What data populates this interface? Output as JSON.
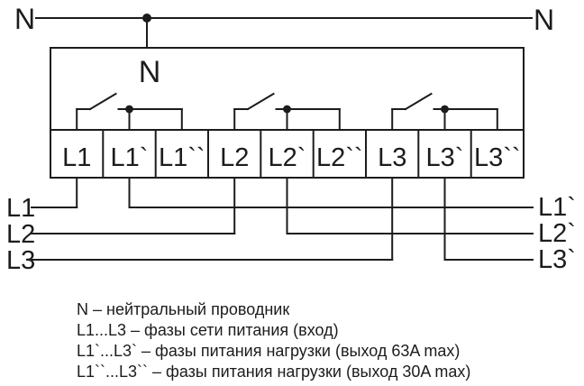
{
  "colors": {
    "line": "#1c1c1c",
    "background": "#ffffff"
  },
  "diagram": {
    "neutral": {
      "left": "N",
      "right": "N",
      "device": "N"
    },
    "terminals": [
      "L1",
      "L1`",
      "L1``",
      "L2",
      "L2`",
      "L2``",
      "L3",
      "L3`",
      "L3``"
    ],
    "input_lines": [
      "L1",
      "L2",
      "L3"
    ],
    "output_lines": [
      "L1`",
      "L2`",
      "L3`"
    ]
  },
  "legend": {
    "items": [
      "N – нейтральный проводник",
      "L1...L3 – фазы сети питания (вход)",
      "L1`...L3` – фазы питания нагрузки (выход 63A max)",
      "L1``...L3`` – фазы питания нагрузки (выход 30A max)"
    ]
  }
}
